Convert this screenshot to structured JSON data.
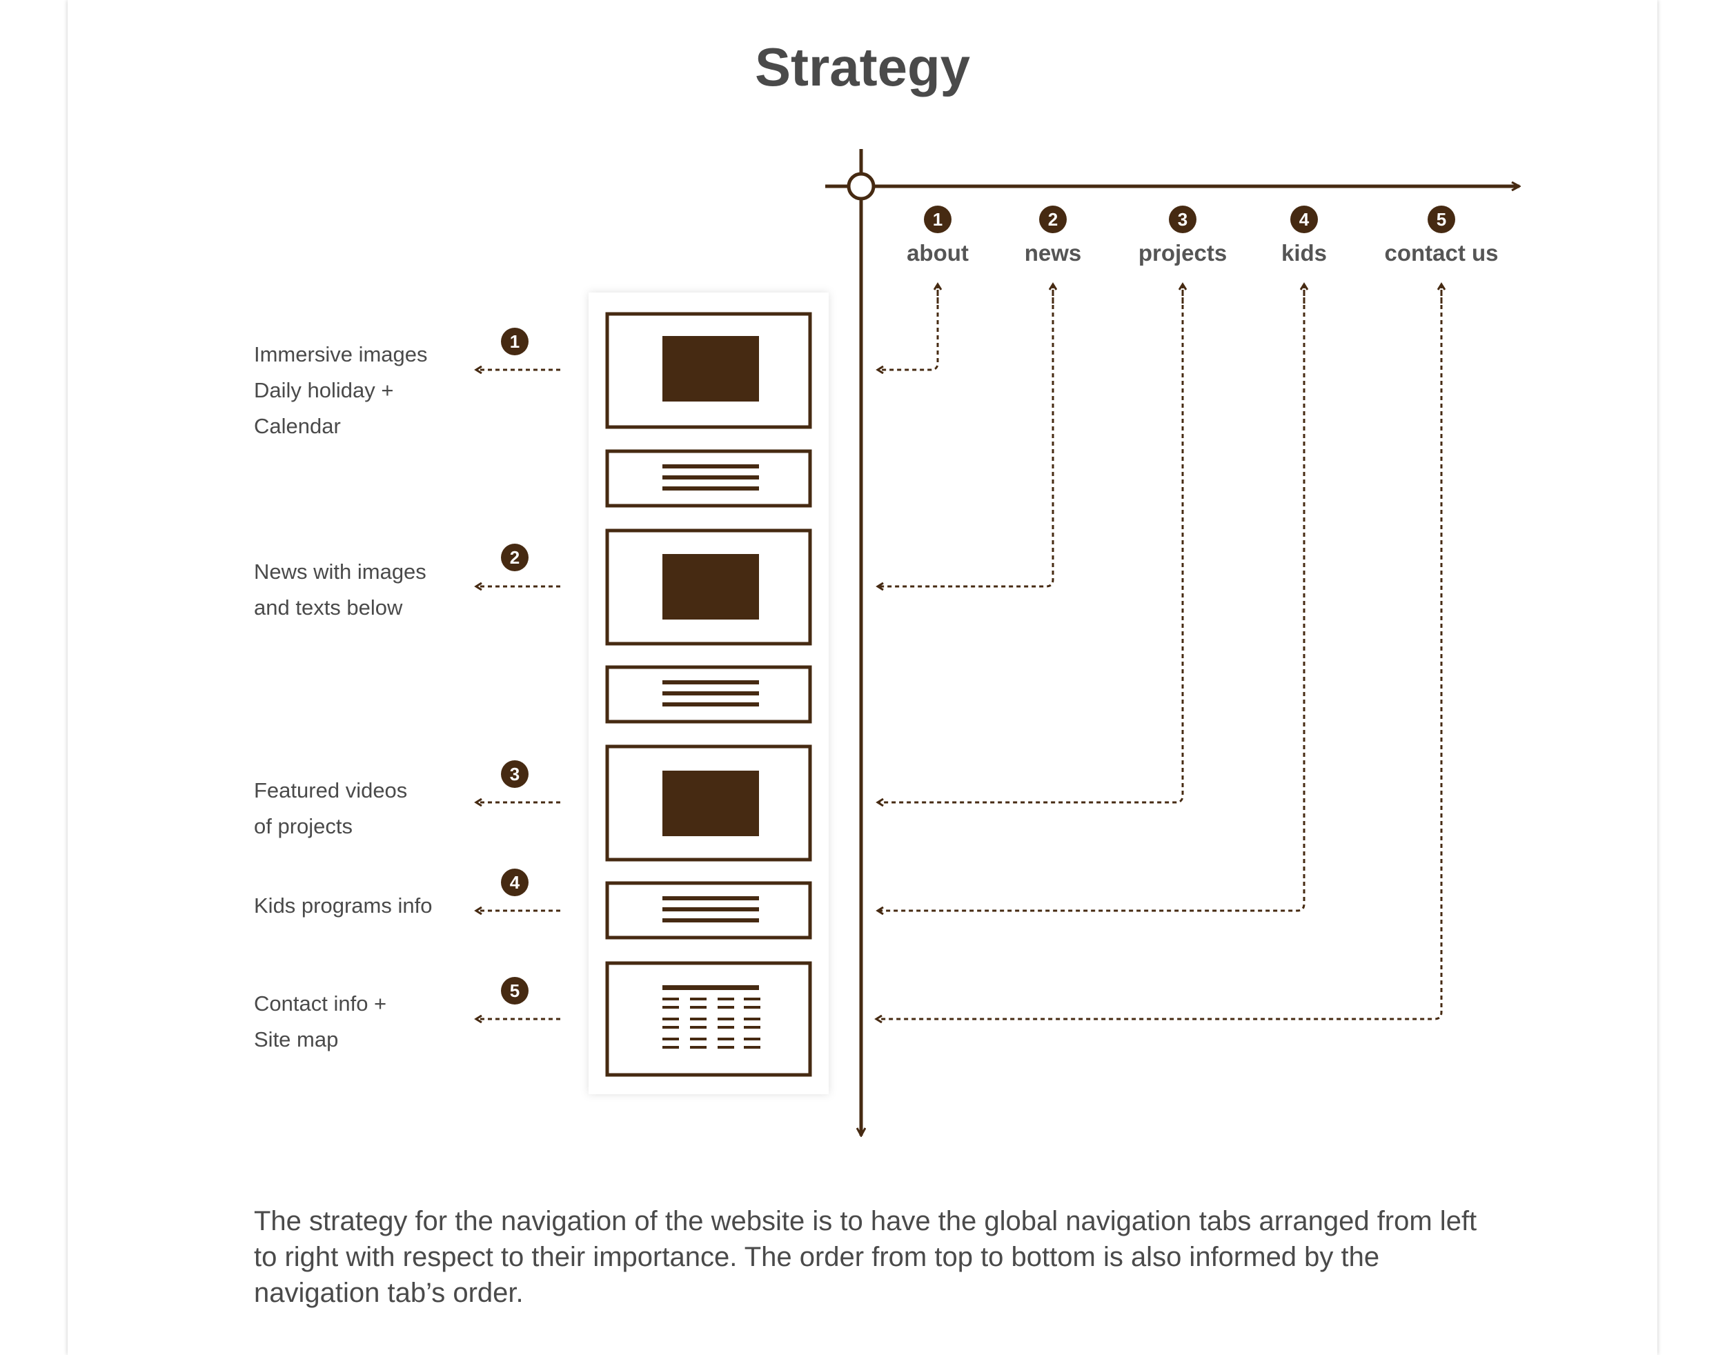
{
  "title": "Strategy",
  "colors": {
    "brown": "#462a12",
    "text": "#4a4a4a",
    "nav_text": "#555555"
  },
  "nav_tabs": [
    {
      "number": "1",
      "label": "about"
    },
    {
      "number": "2",
      "label": "news"
    },
    {
      "number": "3",
      "label": "projects"
    },
    {
      "number": "4",
      "label": "kids"
    },
    {
      "number": "5",
      "label": "contact us"
    }
  ],
  "sections": [
    {
      "number": "1",
      "lines": [
        "Immersive images",
        "Daily holiday +",
        "Calendar"
      ]
    },
    {
      "number": "2",
      "lines": [
        "News with images",
        "and texts below"
      ]
    },
    {
      "number": "3",
      "lines": [
        "Featured videos",
        "of projects"
      ]
    },
    {
      "number": "4",
      "lines": [
        "Kids programs info"
      ]
    },
    {
      "number": "5",
      "lines": [
        "Contact info +",
        "Site map"
      ]
    }
  ],
  "description": "The strategy for the navigation of the website is to have the global navigation tabs arranged from left to right with respect to their importance. The order from top to bottom is also informed by the navigation tab’s order."
}
